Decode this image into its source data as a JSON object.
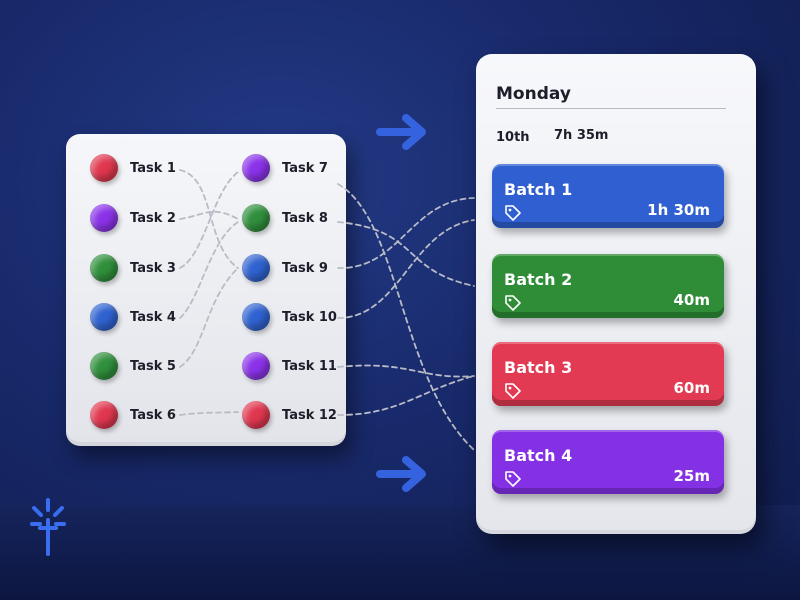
{
  "colors": {
    "red": "#e0374f",
    "purple": "#8a32e8",
    "green": "#2f8f3c",
    "blue": "#2f62d0"
  },
  "tasks": {
    "left": [
      {
        "label": "Task 1",
        "color": "#e0374f"
      },
      {
        "label": "Task 2",
        "color": "#8a32e8"
      },
      {
        "label": "Task 3",
        "color": "#2f8f3c"
      },
      {
        "label": "Task 4",
        "color": "#2f62d0"
      },
      {
        "label": "Task 5",
        "color": "#2f8f3c"
      },
      {
        "label": "Task 6",
        "color": "#e0374f"
      }
    ],
    "right": [
      {
        "label": "Task 7",
        "color": "#8a32e8"
      },
      {
        "label": "Task 8",
        "color": "#2f8f3c"
      },
      {
        "label": "Task 9",
        "color": "#2f62d0"
      },
      {
        "label": "Task 10",
        "color": "#2f62d0"
      },
      {
        "label": "Task 11",
        "color": "#8a32e8"
      },
      {
        "label": "Task 12",
        "color": "#e0374f"
      }
    ]
  },
  "schedule": {
    "day": "Monday",
    "date": "10th",
    "total": "7h 35m",
    "batches": [
      {
        "name": "Batch 1",
        "duration": "1h 30m",
        "color": "#2f5fd0",
        "icon": "tag-icon"
      },
      {
        "name": "Batch 2",
        "duration": "40m",
        "color": "#2e8d36",
        "icon": "tag-icon"
      },
      {
        "name": "Batch 3",
        "duration": "60m",
        "color": "#e23a52",
        "icon": "tag-icon"
      },
      {
        "name": "Batch 4",
        "duration": "25m",
        "color": "#8431e6",
        "icon": "tag-icon"
      }
    ]
  },
  "icons": {
    "arrows": "arrow-right-icon",
    "logo": "sparkle-logo-icon"
  }
}
